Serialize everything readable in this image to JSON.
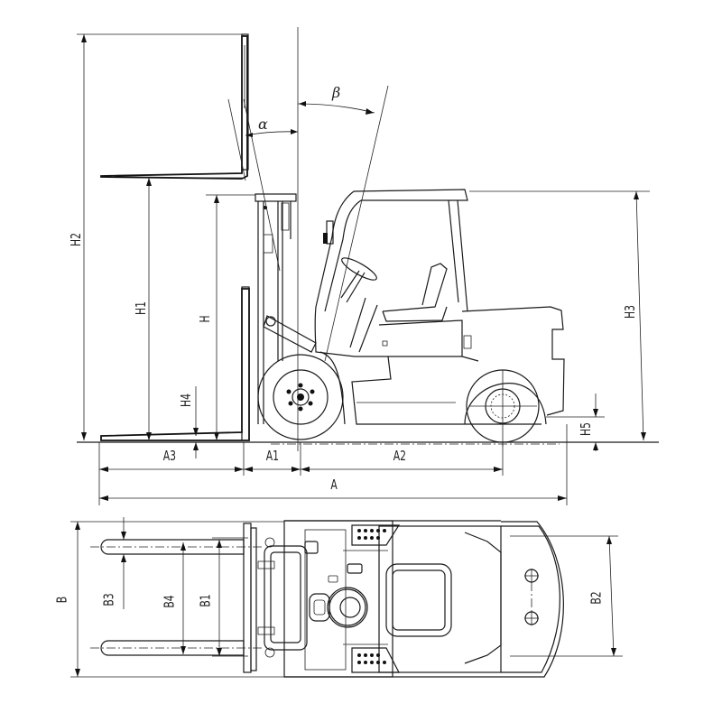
{
  "drawing": {
    "subject": "Forklift truck dimension drawing",
    "views": [
      "side-view",
      "top-view"
    ],
    "line_color": "#1a1a1a",
    "background": "#ffffff"
  },
  "side_view": {
    "angles": {
      "alpha": "α",
      "beta": "β"
    },
    "heights": {
      "H2": "H2",
      "H1": "H1",
      "H": "H",
      "H4": "H4",
      "H3": "H3",
      "H5": "H5"
    },
    "lengths": {
      "A3": "A3",
      "A1": "A1",
      "A2": "A2",
      "A": "A"
    }
  },
  "top_view": {
    "widths": {
      "B": "B",
      "B3": "B3",
      "B4": "B4",
      "B1": "B1",
      "B2": "B2"
    }
  }
}
